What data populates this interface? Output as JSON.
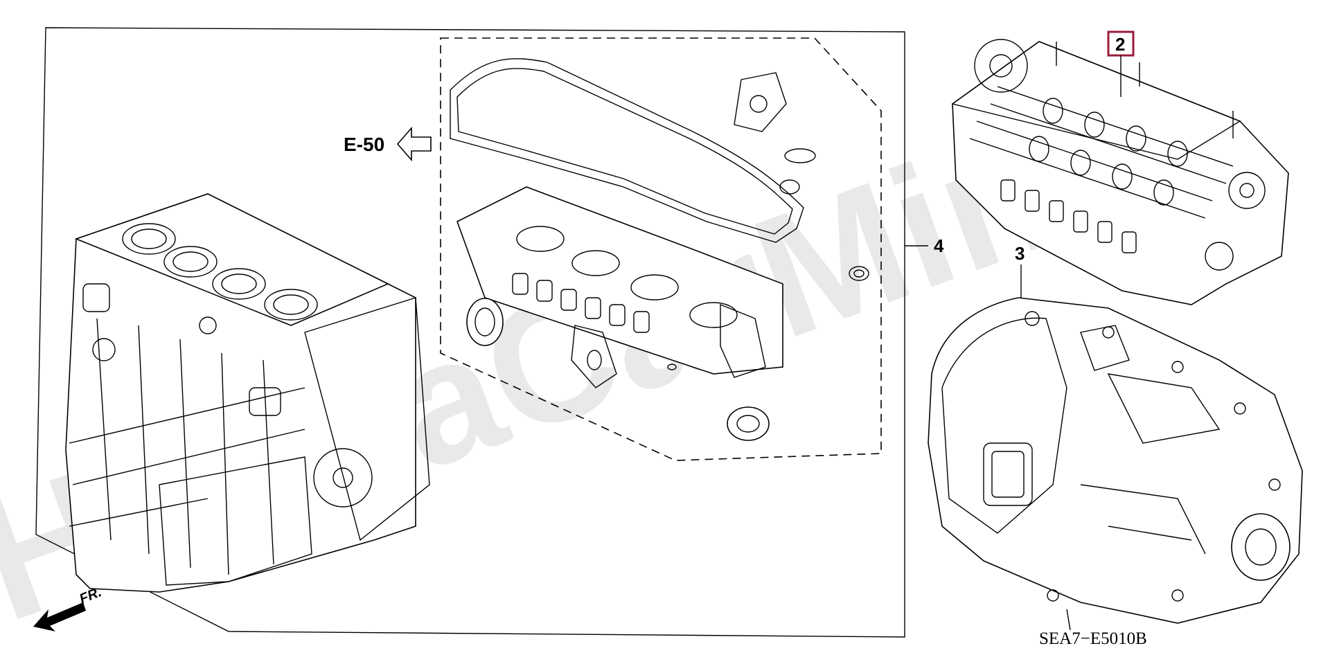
{
  "diagram": {
    "watermark": "HondaCarMir.ru",
    "callouts": [
      {
        "id": "1",
        "label": "2",
        "highlighted": true
      },
      {
        "id": "2",
        "label": "3",
        "highlighted": false
      },
      {
        "id": "3",
        "label": "4",
        "highlighted": false
      }
    ],
    "reference": {
      "label": "E-50"
    },
    "direction": {
      "label": "FR."
    },
    "diagram_code": "SEA7−E5010B",
    "colors": {
      "line": "#000000",
      "highlight": "#9b1b3a",
      "watermark": "#e9e9e9",
      "background": "#ffffff"
    },
    "parts": [
      {
        "name": "engine-block-assembly"
      },
      {
        "name": "gasket-kit"
      },
      {
        "name": "cylinder-head-assembly"
      },
      {
        "name": "transmission-assembly"
      }
    ]
  }
}
